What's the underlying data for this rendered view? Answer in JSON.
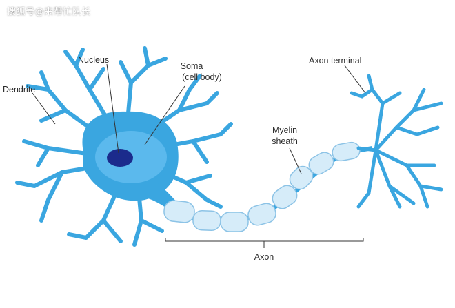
{
  "watermark": "搜狐号@来帮忙队长",
  "labels": {
    "nucleus": "Nucleus",
    "dendrite": "Dendrite",
    "soma_line1": "Soma",
    "soma_line2": "(cell body)",
    "myelin_line1": "Myelin",
    "myelin_line2": "sheath",
    "axon_terminal": "Axon terminal",
    "axon": "Axon"
  },
  "colors": {
    "cell": "#3aa6e0",
    "cell_highlight": "#62bcee",
    "nucleus": "#1b2b8c",
    "myelin": "#d6ecf9",
    "myelin_edge": "#8cc3e6",
    "leader_line": "#333333"
  }
}
